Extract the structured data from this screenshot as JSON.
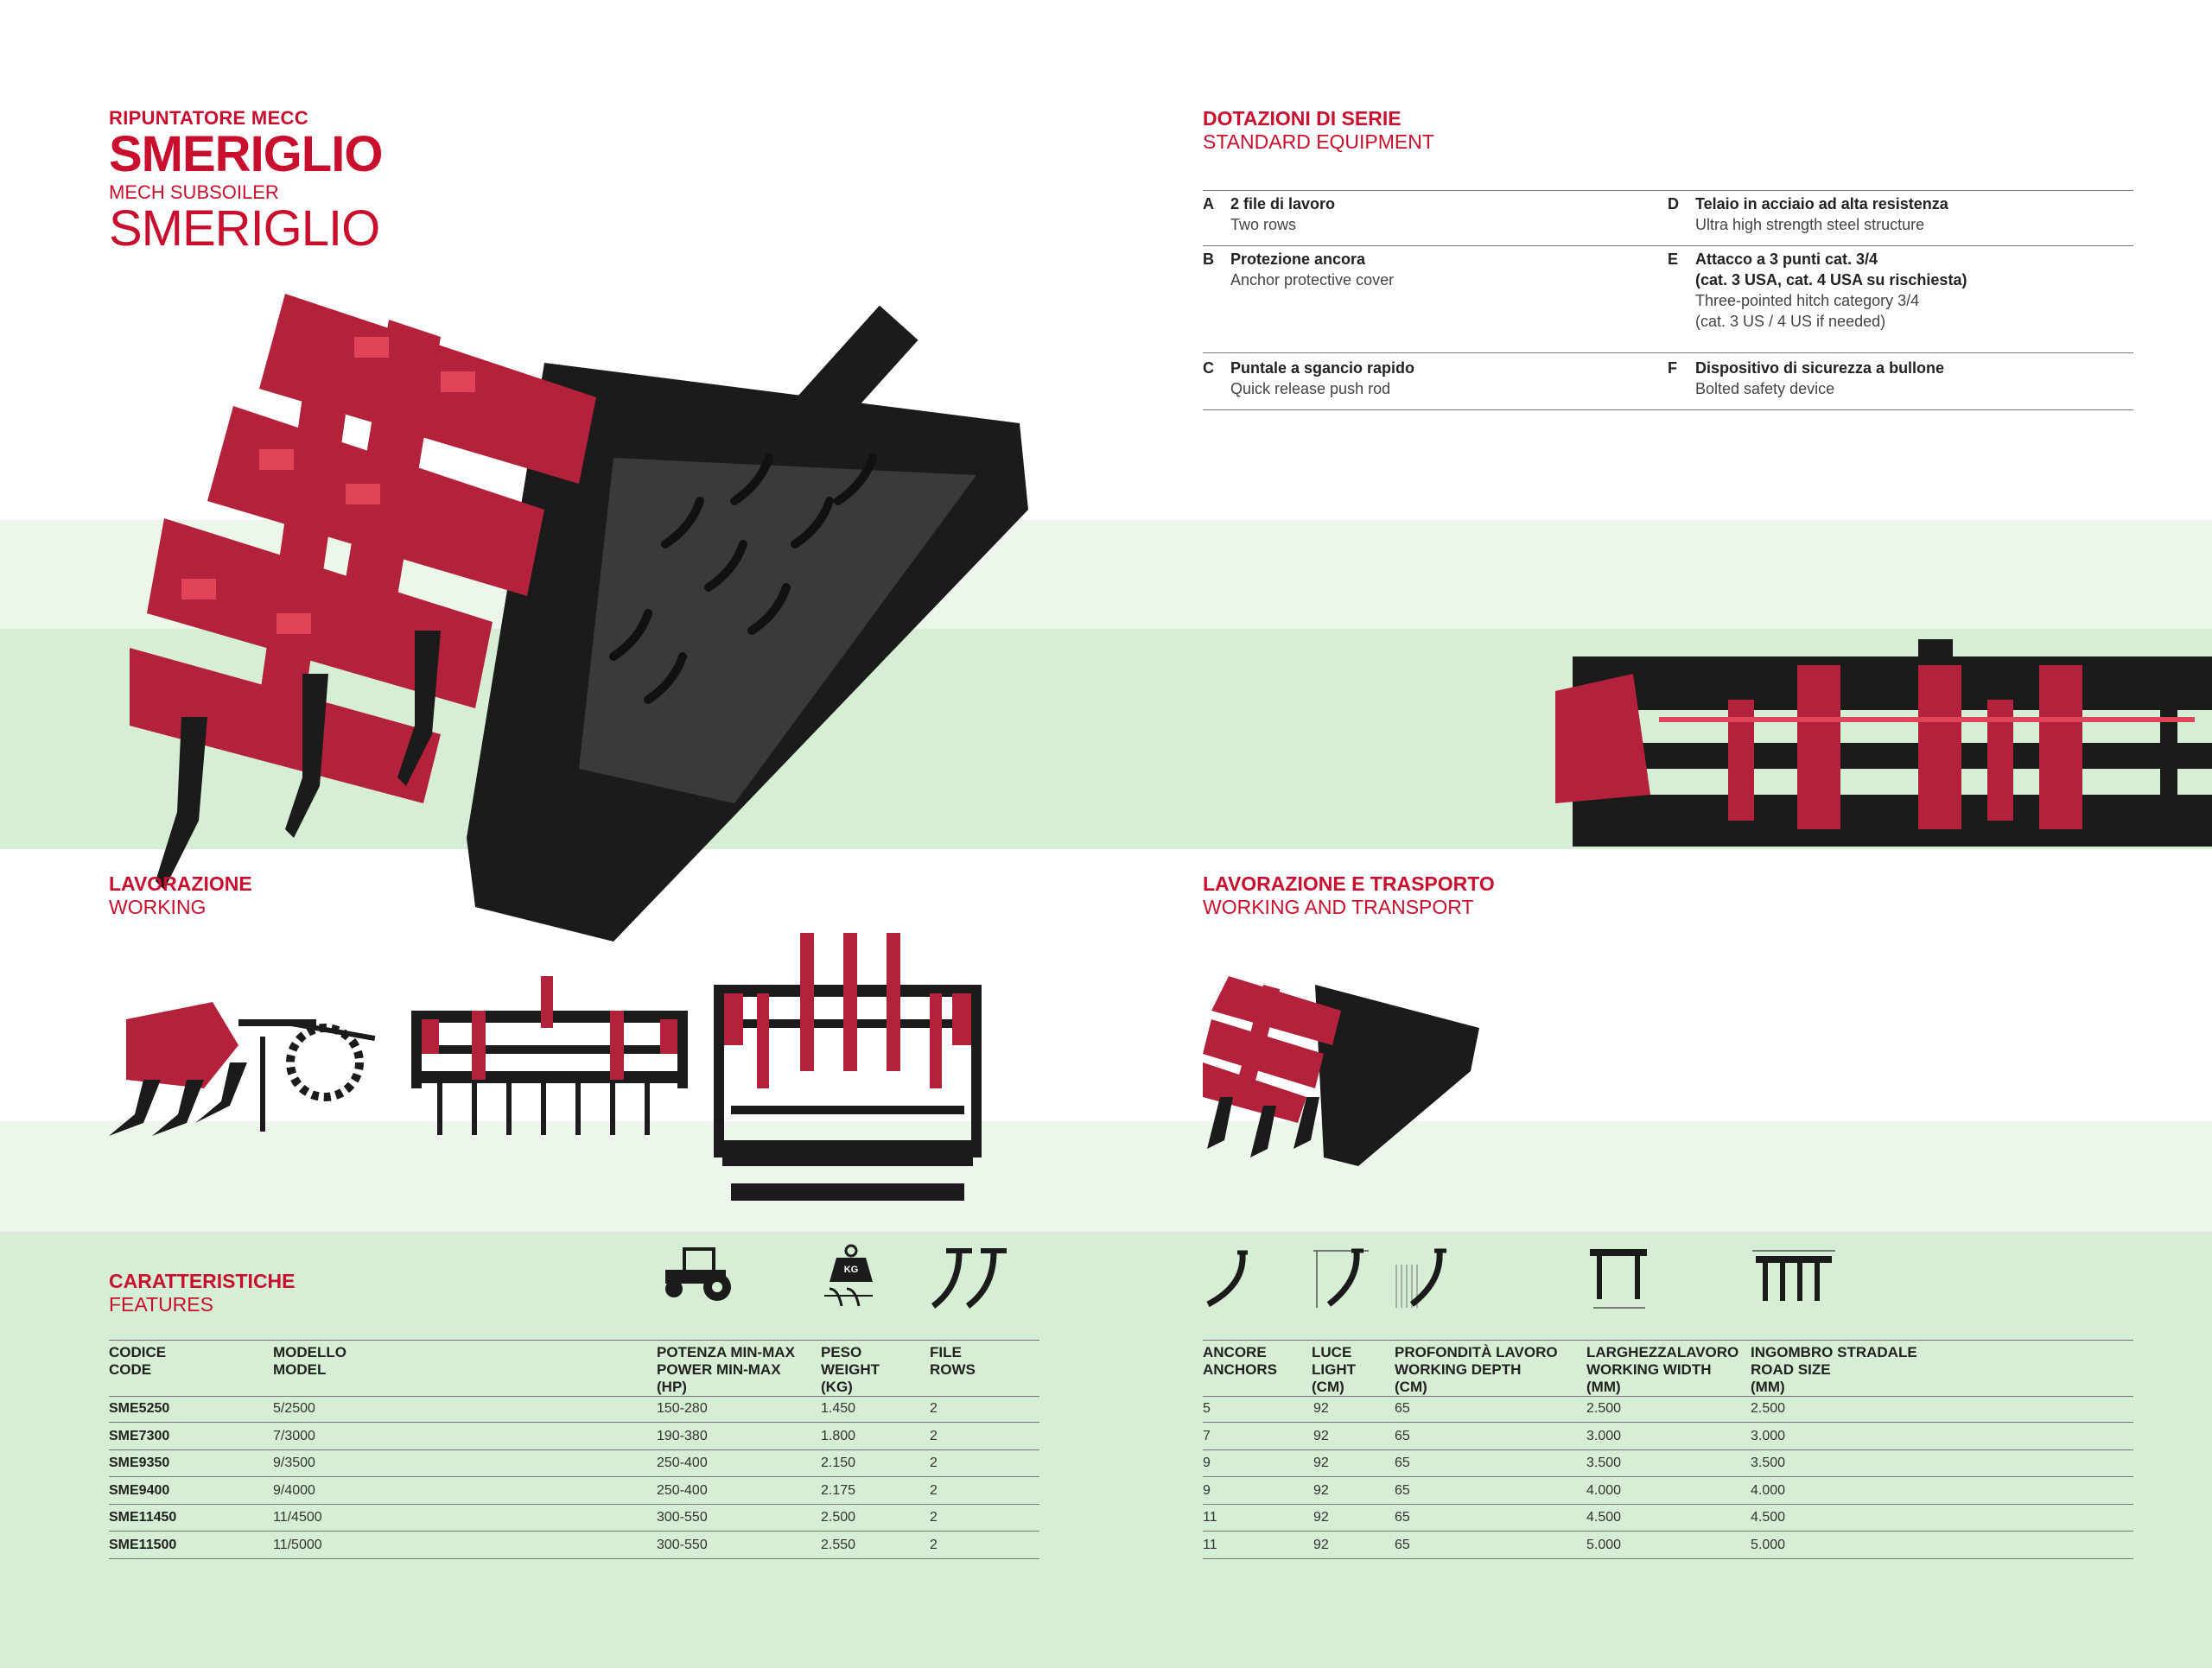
{
  "header": {
    "kicker_it": "RIPUNTATORE MECC",
    "name_it": "SMERIGLIO",
    "kicker_en": "MECH SUBSOILER",
    "name_en": "SMERIGLIO"
  },
  "equipment": {
    "title": "DOTAZIONI DI SERIE",
    "subtitle": "STANDARD EQUIPMENT",
    "items": [
      {
        "letter": "A",
        "it": "2 file di lavoro",
        "en": "Two rows"
      },
      {
        "letter": "B",
        "it": "Protezione ancora",
        "en": "Anchor protective cover"
      },
      {
        "letter": "C",
        "it": "Puntale a sgancio rapido",
        "en": "Quick release push rod"
      },
      {
        "letter": "D",
        "it": "Telaio in acciaio ad alta resistenza",
        "en": "Ultra high strength steel structure"
      },
      {
        "letter": "E",
        "it": "Attacco a 3 punti cat. 3/4",
        "it2": "(cat. 3 USA, cat. 4 USA su rischiesta)",
        "en": "Three-pointed hitch category 3/4",
        "en2": "(cat. 3 US / 4 US if needed)"
      },
      {
        "letter": "F",
        "it": "Dispositivo di sicurezza a bullone",
        "en": "Bolted safety device"
      }
    ]
  },
  "working": {
    "title": "LAVORAZIONE",
    "subtitle": "WORKING"
  },
  "transport": {
    "title": "LAVORAZIONE E TRASPORTO",
    "subtitle": "WORKING AND TRANSPORT"
  },
  "features": {
    "title": "CARATTERISTICHE",
    "subtitle": "FEATURES",
    "icon_weight_label": "KG",
    "left_headers": [
      [
        "CODICE",
        "CODE"
      ],
      [
        "MODELLO",
        "MODEL"
      ],
      [
        "POTENZA MIN-MAX",
        "POWER MIN-MAX",
        "(HP)"
      ],
      [
        "PESO",
        "WEIGHT",
        "(KG)"
      ],
      [
        "FILE",
        "ROWS"
      ]
    ],
    "right_headers": [
      [
        "ANCORE",
        "ANCHORS"
      ],
      [
        "LUCE",
        "LIGHT",
        "(CM)"
      ],
      [
        "PROFONDITÀ LAVORO",
        "WORKING DEPTH",
        "(CM)"
      ],
      [
        "LARGHEZZALAVORO",
        "WORKING WIDTH",
        "(MM)"
      ],
      [
        "INGOMBRO STRADALE",
        "ROAD SIZE",
        "(MM)"
      ]
    ],
    "rows": [
      {
        "code": "SME5250",
        "model": "5/2500",
        "power": "150-280",
        "weight": "1.450",
        "rows": "2",
        "anchors": "5",
        "light": "92",
        "depth": "65",
        "width": "2.500",
        "road": "2.500"
      },
      {
        "code": "SME7300",
        "model": "7/3000",
        "power": "190-380",
        "weight": "1.800",
        "rows": "2",
        "anchors": "7",
        "light": "92",
        "depth": "65",
        "width": "3.000",
        "road": "3.000"
      },
      {
        "code": "SME9350",
        "model": "9/3500",
        "power": "250-400",
        "weight": "2.150",
        "rows": "2",
        "anchors": "9",
        "light": "92",
        "depth": "65",
        "width": "3.500",
        "road": "3.500"
      },
      {
        "code": "SME9400",
        "model": "9/4000",
        "power": "250-400",
        "weight": "2.175",
        "rows": "2",
        "anchors": "9",
        "light": "92",
        "depth": "65",
        "width": "4.000",
        "road": "4.000"
      },
      {
        "code": "SME11450",
        "model": "11/4500",
        "power": "300-550",
        "weight": "2.500",
        "rows": "2",
        "anchors": "11",
        "light": "92",
        "depth": "65",
        "width": "4.500",
        "road": "4.500"
      },
      {
        "code": "SME11500",
        "model": "11/5000",
        "power": "300-550",
        "weight": "2.550",
        "rows": "2",
        "anchors": "11",
        "light": "92",
        "depth": "65",
        "width": "5.000",
        "road": "5.000"
      }
    ]
  },
  "colors": {
    "brand_red": "#c8102e",
    "frame_red": "#b3223a",
    "frame_black": "#1b1b1b",
    "band_light": "#ecf6ea",
    "band_green": "#d6eed3"
  }
}
